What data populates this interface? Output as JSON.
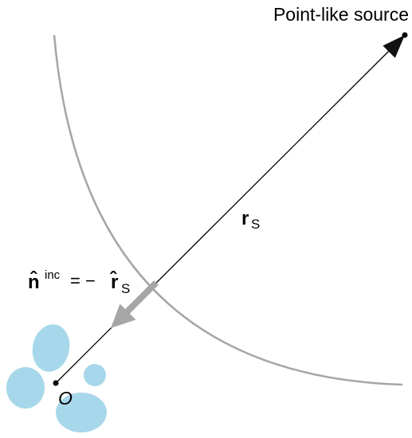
{
  "labels": {
    "source": "Point-like source",
    "r_main": "r",
    "r_sub": "S",
    "n_hat": "n̂",
    "n_sup": "inc",
    "equals_minus": "= −",
    "r_hat": "r̂",
    "r_hat_sub": "S",
    "origin": "O"
  },
  "colors": {
    "line": "#000000",
    "wavefront": "#a6a6a6",
    "direction_arrow": "#a6a6a6",
    "scatterer_fill": "#a7d7ea"
  }
}
